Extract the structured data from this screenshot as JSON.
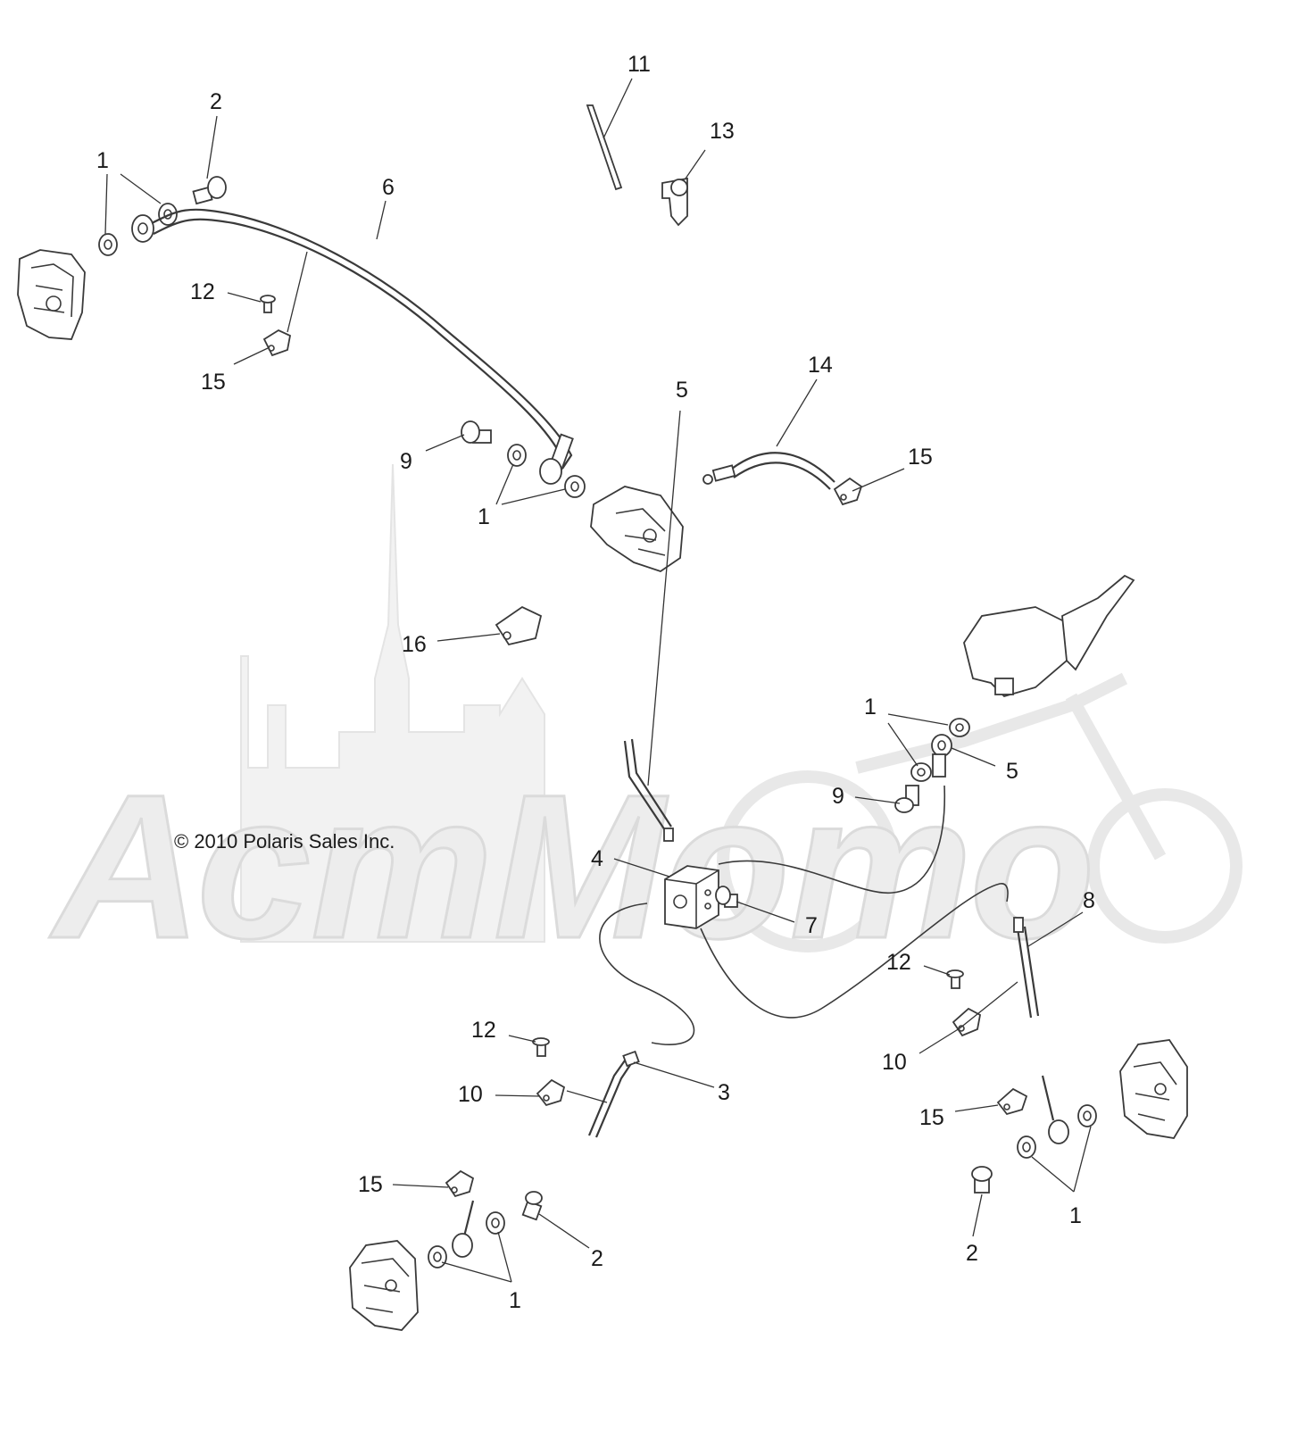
{
  "diagram": {
    "copyright": "© 2010  Polaris Sales Inc.",
    "watermark": "АстМото",
    "callouts": [
      {
        "id": "c1a",
        "text": "1"
      },
      {
        "id": "c2a",
        "text": "2"
      },
      {
        "id": "c6",
        "text": "6"
      },
      {
        "id": "c11",
        "text": "11"
      },
      {
        "id": "c13",
        "text": "13"
      },
      {
        "id": "c12a",
        "text": "12"
      },
      {
        "id": "c15a",
        "text": "15"
      },
      {
        "id": "c14",
        "text": "14"
      },
      {
        "id": "c15b",
        "text": "15"
      },
      {
        "id": "c9a",
        "text": "9"
      },
      {
        "id": "c1b",
        "text": "1"
      },
      {
        "id": "c16",
        "text": "16"
      },
      {
        "id": "c5a",
        "text": "5"
      },
      {
        "id": "c1c",
        "text": "1"
      },
      {
        "id": "c5b",
        "text": "5"
      },
      {
        "id": "c9b",
        "text": "9"
      },
      {
        "id": "c4",
        "text": "4"
      },
      {
        "id": "c7",
        "text": "7"
      },
      {
        "id": "c8",
        "text": "8"
      },
      {
        "id": "c12b",
        "text": "12"
      },
      {
        "id": "c10a",
        "text": "10"
      },
      {
        "id": "c12c",
        "text": "12"
      },
      {
        "id": "c10b",
        "text": "10"
      },
      {
        "id": "c3",
        "text": "3"
      },
      {
        "id": "c15c",
        "text": "15"
      },
      {
        "id": "c1d",
        "text": "1"
      },
      {
        "id": "c15d",
        "text": "15"
      },
      {
        "id": "c2b",
        "text": "2"
      },
      {
        "id": "c2c",
        "text": "2"
      },
      {
        "id": "c1e",
        "text": "1"
      }
    ]
  }
}
